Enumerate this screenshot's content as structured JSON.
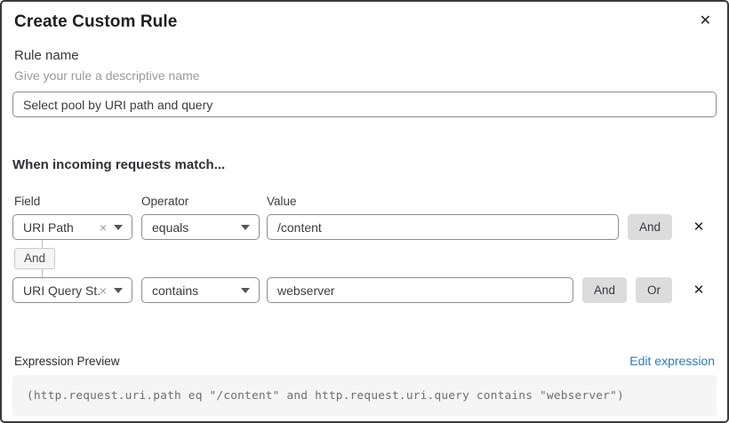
{
  "dialog": {
    "title": "Create Custom Rule",
    "close_icon": "✕"
  },
  "rule_name": {
    "label": "Rule name",
    "helper": "Give your rule a descriptive name",
    "value": "Select pool by URI path and query"
  },
  "match_section": {
    "heading": "When incoming requests match...",
    "columns": {
      "field": "Field",
      "operator": "Operator",
      "value": "Value"
    },
    "rows": [
      {
        "field": "URI Path",
        "clear_icon": "×",
        "operator": "equals",
        "value": "/content",
        "and_label": "And",
        "remove_icon": "✕"
      },
      {
        "field": "URI Query St...",
        "clear_icon": "×",
        "operator": "contains",
        "value": "webserver",
        "and_label": "And",
        "or_label": "Or",
        "remove_icon": "✕"
      }
    ],
    "connector_label": "And"
  },
  "expression": {
    "label": "Expression Preview",
    "edit_link": "Edit expression",
    "code": "(http.request.uri.path eq \"/content\" and http.request.uri.query contains \"webserver\")"
  },
  "icons": {
    "close": "x-close-icon",
    "clear": "clear-x-icon",
    "chevron": "chevron-down-icon",
    "remove": "remove-x-icon"
  },
  "colors": {
    "link_blue": "#2c7bb8",
    "button_gray": "#dcdcdc",
    "code_background": "#f5f5f5",
    "border_gray": "#8d8d91"
  }
}
